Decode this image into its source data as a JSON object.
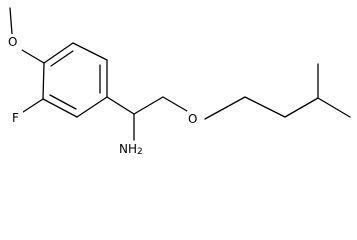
{
  "molecule": {
    "atoms": {
      "methoxy_oxygen": "O",
      "fluorine": "F",
      "ether_oxygen": "O",
      "amine": "NH2"
    }
  }
}
